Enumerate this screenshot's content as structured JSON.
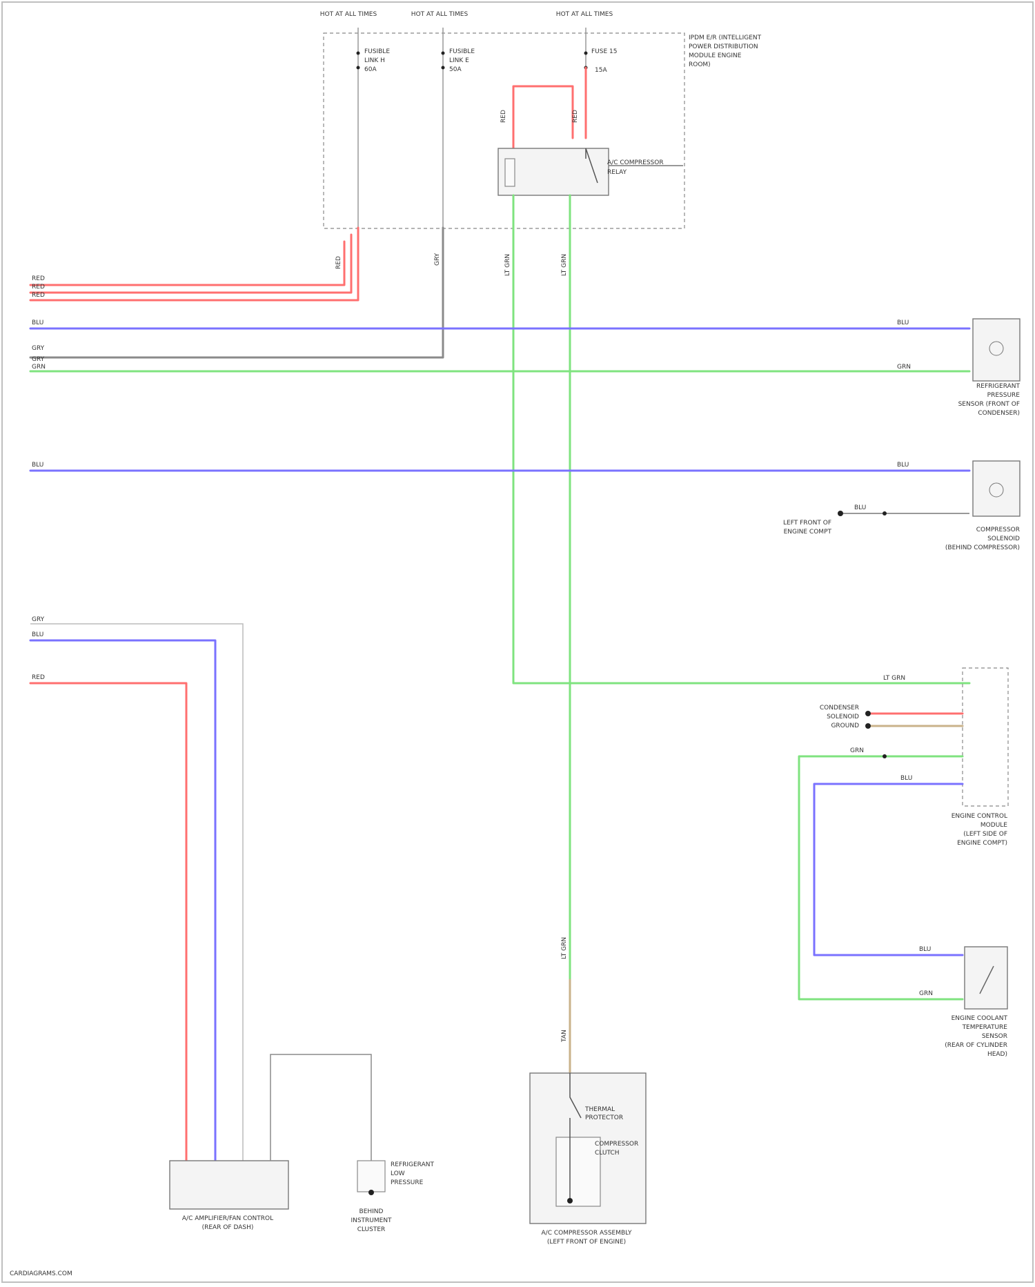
{
  "colors": {
    "red": "#ff6f6f",
    "blue": "#7a72ff",
    "green": "#7fe37f",
    "gray": "#8a8a8a",
    "tan": "#c9b28a",
    "border": "#bfbfbf"
  },
  "fuses": [
    {
      "top": "HOT AT ALL TIMES",
      "lines": [
        "FUSIBLE",
        "LINK H",
        "60A"
      ]
    },
    {
      "top": "HOT AT ALL TIMES",
      "lines": [
        "FUSIBLE",
        "LINK E",
        "50A"
      ]
    },
    {
      "top": "HOT AT ALL TIMES",
      "lines": [
        "FUSE 15",
        "15A"
      ]
    }
  ],
  "ipdm": {
    "label": [
      "IPDM E/R (INTELLIGENT",
      "POWER DISTRIBUTION",
      "MODULE ENGINE",
      "ROOM)"
    ],
    "relay_label": [
      "A/C COMPRESSOR",
      "RELAY"
    ]
  },
  "wire_codes": {
    "pin_a": "RED",
    "pin_b": "RED",
    "pin_c": "RED",
    "pin_d": "BLU",
    "pin_e": "GRY",
    "pin_f": "GRY",
    "pin_g": "GRN",
    "pin_h": "BLU",
    "pin_i": "GRY",
    "pin_j": "BLU",
    "pin_k": "RED",
    "lt_grn": "LT GRN",
    "tan": "TAN"
  },
  "right_components": {
    "refrigerant_pressure_sensor": [
      "REFRIGERANT",
      "PRESSURE",
      "SENSOR (FRONT OF",
      "CONDENSER)"
    ],
    "compressor_sensor": [
      "COMPRESSOR",
      "SOLENOID",
      "(BEHIND COMPRESSOR)"
    ],
    "left_front_ground": [
      "LEFT FRONT OF",
      "ENGINE COMPT"
    ],
    "ecm": [
      "ENGINE CONTROL",
      "MODULE",
      "(LEFT SIDE OF",
      "ENGINE COMPT)"
    ],
    "ecm_ground": [
      "CONDENSER",
      "SOLENOID",
      "GROUND"
    ],
    "ect_sensor": [
      "ENGINE COOLANT",
      "TEMPERATURE",
      "SENSOR",
      "(REAR OF CYLINDER",
      "HEAD)"
    ]
  },
  "bottom_components": {
    "ac_display": [
      "A/C AMPLIFIER/FAN CONTROL",
      "(REAR OF DASH)"
    ],
    "blower_ground": [
      "BEHIND",
      "INSTRUMENT",
      "CLUSTER"
    ],
    "refrigerant_pressure": [
      "REFRIGERANT",
      "LOW",
      "PRESSURE"
    ],
    "compressor": [
      "A/C COMPRESSOR ASSEMBLY",
      "(LEFT FRONT OF ENGINE)"
    ],
    "clutch": [
      "COMPRESSOR",
      "CLUTCH"
    ],
    "thermal": [
      "THERMAL",
      "PROTECTOR"
    ]
  },
  "footer": "CARDIAGRAMS.COM"
}
